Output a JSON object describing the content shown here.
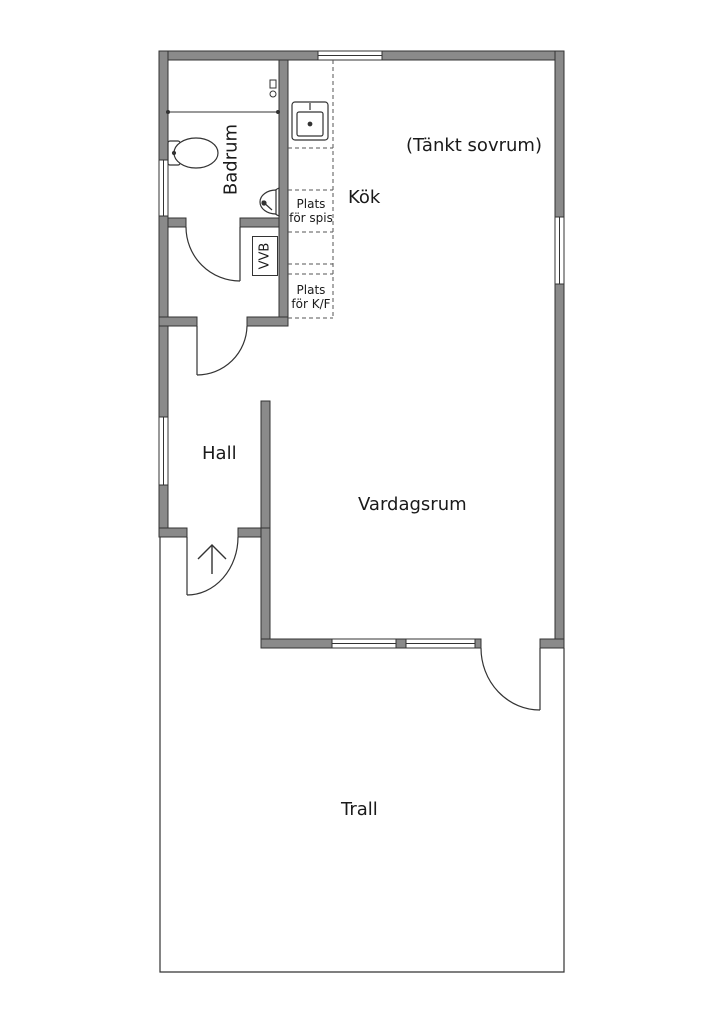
{
  "plan": {
    "rooms": {
      "badrum": "Badrum",
      "kok": "Kök",
      "sovrum": "(Tänkt sovrum)",
      "hall": "Hall",
      "vardagsrum": "Vardagsrum",
      "trall": "Trall"
    },
    "fixtures": {
      "vvb": "VVB",
      "spis_line1": "Plats",
      "spis_line2": "för spis",
      "kf_line1": "Plats",
      "kf_line2": "för K/F"
    },
    "colors": {
      "wall_fill": "#8a8a8a",
      "wall_stroke": "#333333",
      "line": "#333333",
      "background": "#ffffff"
    }
  }
}
